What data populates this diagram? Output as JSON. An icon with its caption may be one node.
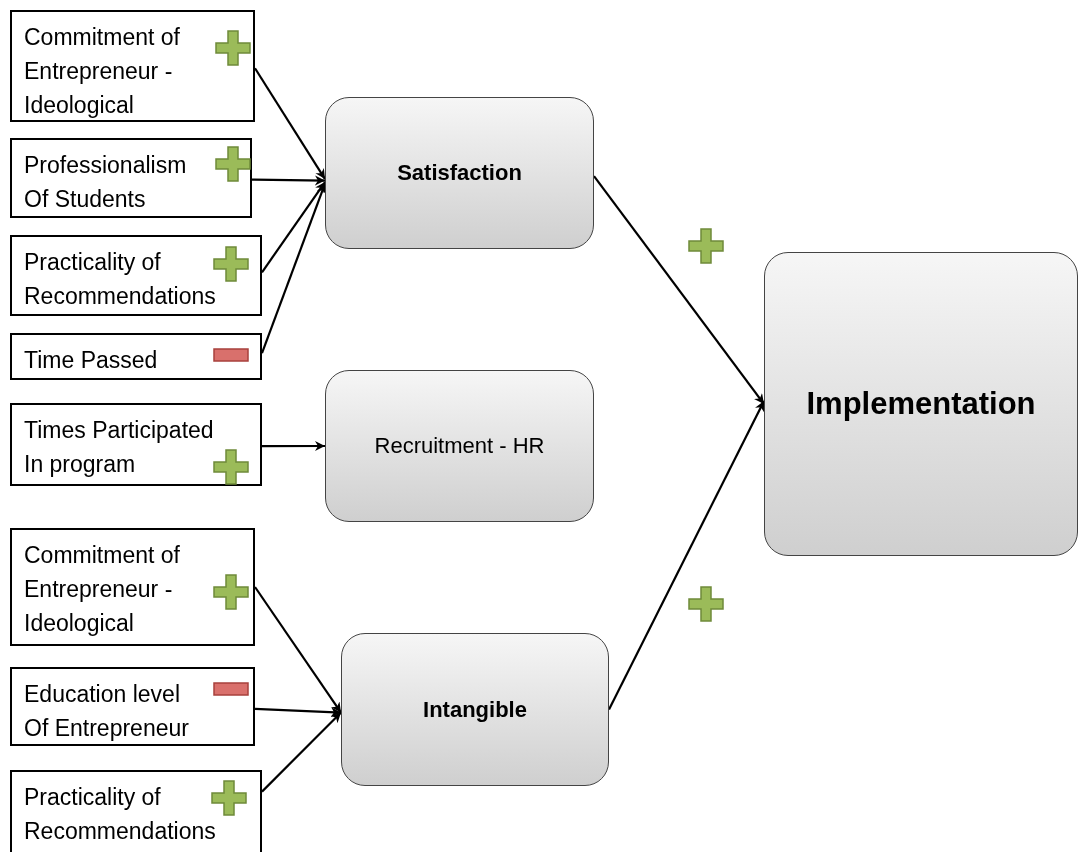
{
  "diagram": {
    "nodes": [
      {
        "text": [
          "Commitment of Entrepreneur - Ideological"
        ]
      },
      {
        "text": [
          "Professionalism Of Students"
        ]
      },
      {
        "text": [
          "Practicality of Recommendations"
        ]
      },
      {
        "text": [
          "Time Passed"
        ]
      },
      {
        "text": [
          "Times Participated In program"
        ]
      },
      {
        "text": [
          "Commitment of Entrepreneur - Ideological"
        ]
      },
      {
        "text": [
          "Education level Of Entrepreneur"
        ]
      },
      {
        "text": [
          "Practicality of Recommendations"
        ]
      },
      {
        "text": [
          "Satisfaction"
        ]
      },
      {
        "text": [
          "Recruitment - HR"
        ]
      },
      {
        "text": [
          "Intangible"
        ]
      },
      {
        "text": [
          "Implementation"
        ]
      }
    ],
    "edges": [
      {
        "from": 0,
        "to": 8,
        "arrow": "to"
      },
      {
        "from": 1,
        "to": 8,
        "arrow": "to"
      },
      {
        "from": 2,
        "to": 8,
        "arrow": "to"
      },
      {
        "from": 3,
        "to": 8,
        "arrow": "to"
      },
      {
        "from": 4,
        "to": 9,
        "arrow": "to"
      },
      {
        "from": 5,
        "to": 10,
        "arrow": "to"
      },
      {
        "from": 6,
        "to": 10,
        "arrow": "to"
      },
      {
        "from": 7,
        "to": 10,
        "arrow": "to"
      },
      {
        "from": 8,
        "to": 11,
        "arrow": "to"
      },
      {
        "from": 10,
        "to": 11,
        "arrow": "to"
      }
    ]
  }
}
